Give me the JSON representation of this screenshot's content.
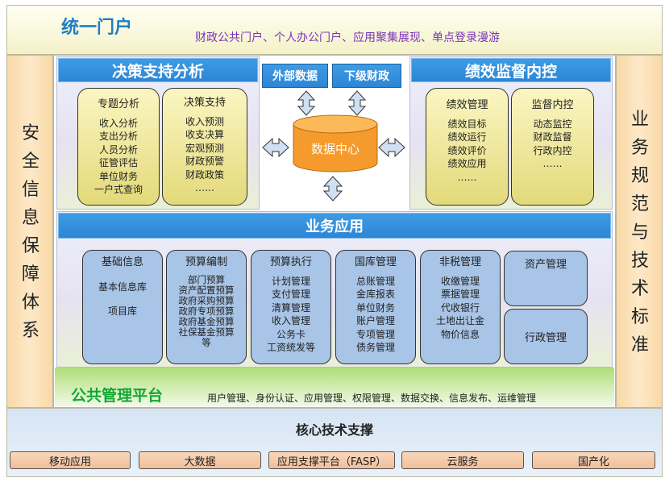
{
  "portal": {
    "title": "统一门户",
    "subtitle": "财政公共门户、个人办公门户、应用聚集展现、单点登录漫游"
  },
  "left_pillar": {
    "chars": [
      "安",
      "全",
      "信",
      "息",
      "保",
      "障",
      "体",
      "系"
    ]
  },
  "right_pillar": {
    "chars": [
      "业",
      "务",
      "规",
      "范",
      "与",
      "技",
      "术",
      "标",
      "准"
    ]
  },
  "decision": {
    "title": "决策支持分析",
    "col1": {
      "title": "专题分析",
      "items": [
        "收入分析",
        "支出分析",
        "人员分析",
        "征管评估",
        "单位财务",
        "一户式查询"
      ]
    },
    "col2": {
      "title": "决策支持",
      "items": [
        "收入预测",
        "收支决算",
        "宏观预测",
        "财政预警",
        "财政政策",
        "……"
      ]
    }
  },
  "data_center": {
    "external": "外部数据",
    "subordinate": "下级财政",
    "label": "数据中心"
  },
  "performance": {
    "title": "绩效监督内控",
    "col1": {
      "title": "绩效管理",
      "items": [
        "绩效目标",
        "绩效运行",
        "绩效评价",
        "绩效应用",
        "……"
      ]
    },
    "col2": {
      "title": "监督内控",
      "items": [
        "动态监控",
        "财政监督",
        "行政内控",
        "……"
      ]
    }
  },
  "business": {
    "title": "业务应用",
    "modules": [
      {
        "title": "基础信息",
        "items": [
          "基本信息库",
          "项目库"
        ]
      },
      {
        "title": "预算编制",
        "items": [
          "部门预算",
          "资产配置预算",
          "政府采购预算",
          "政府专项预算",
          "政府基金预算",
          "社保基金预算",
          "等"
        ]
      },
      {
        "title": "预算执行",
        "items": [
          "计划管理",
          "支付管理",
          "清算管理",
          "收入管理",
          "公务卡",
          "工资统发等"
        ]
      },
      {
        "title": "国库管理",
        "items": [
          "总账管理",
          "金库报表",
          "单位财务",
          "账户管理",
          "专项管理",
          "债务管理"
        ]
      },
      {
        "title": "非税管理",
        "items": [
          "收缴管理",
          "票据管理",
          "代收银行",
          "土地出让金",
          "物价信息"
        ]
      }
    ],
    "asset": "资产管理",
    "admin": "行政管理"
  },
  "public_platform": {
    "title": "公共管理平台",
    "subtitle": "用户管理、身份认证、应用管理、权限管理、数据交换、信息发布、运维管理"
  },
  "core": {
    "title": "核心技术支撑",
    "items": [
      "移动应用",
      "大数据",
      "应用支撑平台（FASP）",
      "云服务",
      "国产化"
    ]
  },
  "colors": {
    "header_blue": "#2c86d6",
    "portal_title": "#1e7ec8",
    "portal_sub": "#7a34b8",
    "platform_green": "#12a832",
    "data_center_orange": "#f59a2c"
  }
}
